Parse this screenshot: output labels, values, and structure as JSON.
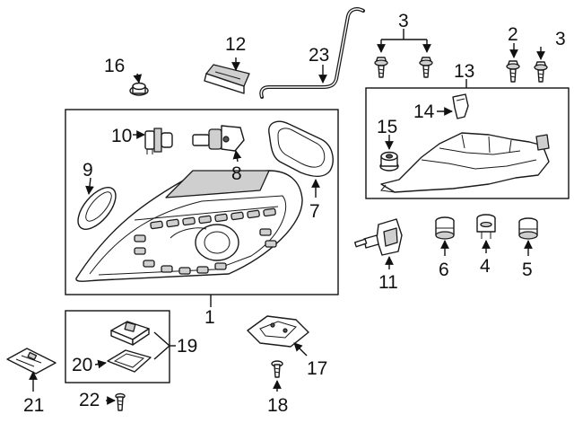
{
  "callouts": {
    "c1": "1",
    "c2": "2",
    "c3a": "3",
    "c3b": "3",
    "c4": "4",
    "c5": "5",
    "c6": "6",
    "c7": "7",
    "c8": "8",
    "c9": "9",
    "c10": "10",
    "c11": "11",
    "c12": "12",
    "c13": "13",
    "c14": "14",
    "c15": "15",
    "c16": "16",
    "c17": "17",
    "c18": "18",
    "c19": "19",
    "c20": "20",
    "c21": "21",
    "c22": "22",
    "c23": "23"
  },
  "colors": {
    "line": "#111111",
    "fill_light": "#cfcfcf",
    "background": "#ffffff"
  }
}
